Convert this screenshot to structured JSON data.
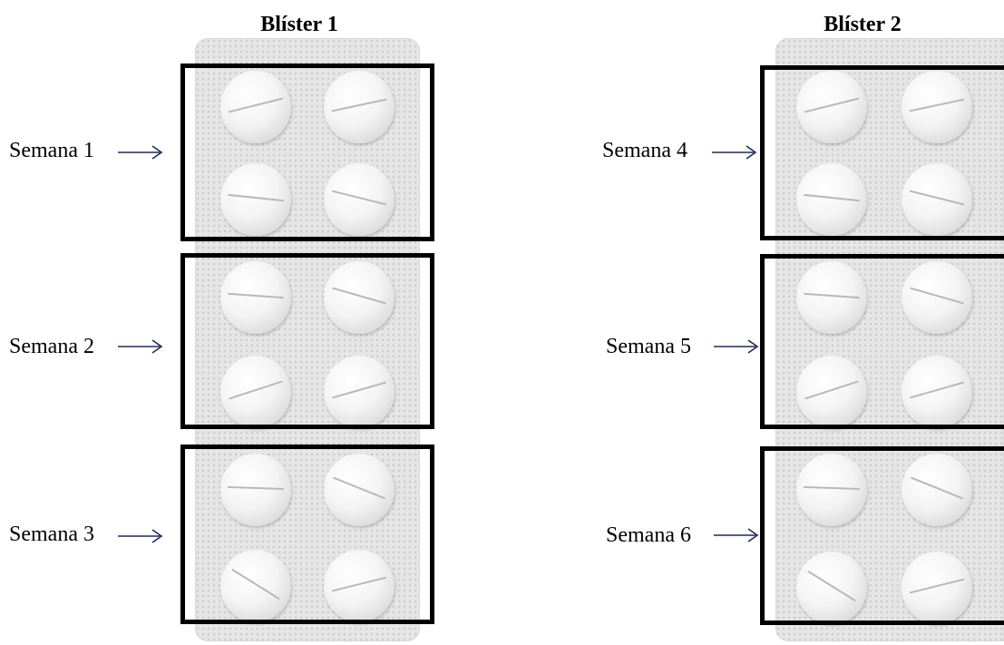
{
  "blisters": [
    {
      "title": "Blíster 1",
      "weeks": [
        {
          "label": "Semana 1"
        },
        {
          "label": "Semana 2"
        },
        {
          "label": "Semana 3"
        }
      ]
    },
    {
      "title": "Blíster 2",
      "weeks": [
        {
          "label": "Semana 4"
        },
        {
          "label": "Semana 5"
        },
        {
          "label": "Semana 6"
        }
      ]
    }
  ],
  "pills_per_week": 4,
  "arrow_color": "#1f2a5c",
  "frame_color": "#000000",
  "icon": "pill-icon"
}
